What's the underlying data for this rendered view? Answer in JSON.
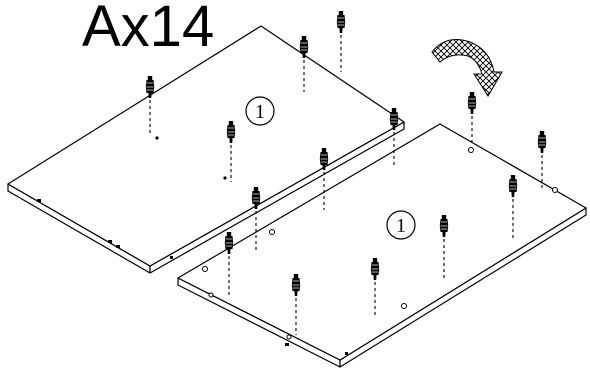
{
  "quantity_label": "Ax14",
  "part_markers": [
    {
      "text": "1"
    },
    {
      "text": "1"
    }
  ],
  "icons": {
    "rotate_arrow": "curved-flip-arrow",
    "fitting": "cam-dowel-fitting"
  }
}
